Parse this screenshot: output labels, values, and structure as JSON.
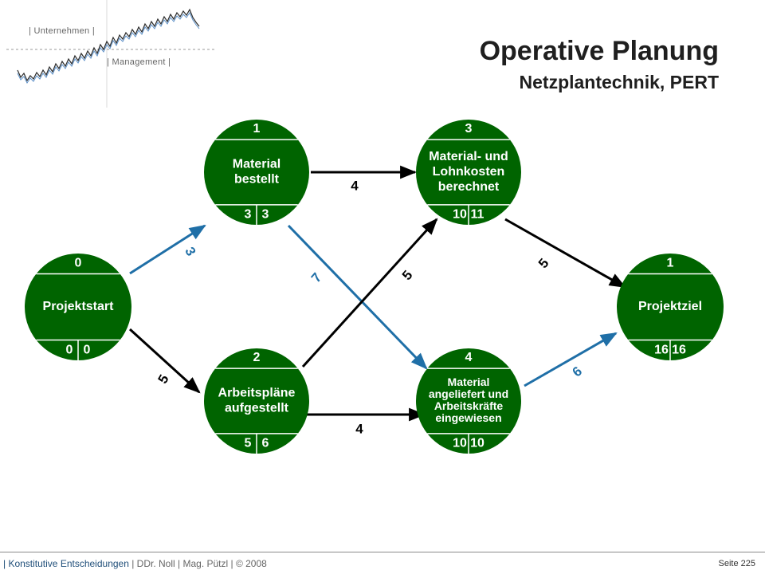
{
  "header": {
    "logo_top": "| Unternehmen |",
    "logo_bottom": "| Management |",
    "title": "Operative Planung",
    "subtitle": "Netzplantechnik, PERT"
  },
  "colors": {
    "node_fill": "#006400",
    "critical_path": "#1f6fa7",
    "normal_edge": "#000000"
  },
  "nodes": [
    {
      "id": "start",
      "number": "0",
      "label_lines": [
        "Projektstart"
      ],
      "earliest": "0",
      "latest": "0"
    },
    {
      "id": "material-bestellt",
      "number": "1",
      "label_lines": [
        "Material",
        "bestellt"
      ],
      "earliest": "3",
      "latest": "3"
    },
    {
      "id": "arbeitsplaene",
      "number": "2",
      "label_lines": [
        "Arbeitspläne",
        "aufgestellt"
      ],
      "earliest": "5",
      "latest": "6"
    },
    {
      "id": "kosten",
      "number": "3",
      "label_lines": [
        "Material- und",
        "Lohnkosten",
        "berechnet"
      ],
      "earliest": "10",
      "latest": "11"
    },
    {
      "id": "angeliefert",
      "number": "4",
      "label_lines": [
        "Material",
        "angeliefert und",
        "Arbeitskräfte",
        "eingewiesen"
      ],
      "earliest": "10",
      "latest": "10"
    },
    {
      "id": "ziel",
      "number": "1",
      "label_lines": [
        "Projektziel"
      ],
      "earliest": "16",
      "latest": "16"
    }
  ],
  "edges": [
    {
      "id": "start-material",
      "from": "start",
      "to": "material-bestellt",
      "duration": "3",
      "critical": true
    },
    {
      "id": "start-arbeit",
      "from": "start",
      "to": "arbeitsplaene",
      "duration": "5",
      "critical": false
    },
    {
      "id": "material-kosten",
      "from": "material-bestellt",
      "to": "kosten",
      "duration": "4",
      "critical": false
    },
    {
      "id": "material-angeliefert",
      "from": "material-bestellt",
      "to": "angeliefert",
      "duration": "7",
      "critical": true
    },
    {
      "id": "arbeit-kosten",
      "from": "arbeitsplaene",
      "to": "kosten",
      "duration": "5",
      "critical": false
    },
    {
      "id": "arbeit-angeliefert",
      "from": "arbeitsplaene",
      "to": "angeliefert",
      "duration": "4",
      "critical": false
    },
    {
      "id": "kosten-ziel",
      "from": "kosten",
      "to": "ziel",
      "duration": "5",
      "critical": false
    },
    {
      "id": "angeliefert-ziel",
      "from": "angeliefert",
      "to": "ziel",
      "duration": "6",
      "critical": true
    }
  ],
  "footer": {
    "section": "| Konstitutive  Entscheidungen",
    "authors": "| DDr. Noll | Mag. Pützl | © 2008",
    "page": "Seite 225"
  }
}
